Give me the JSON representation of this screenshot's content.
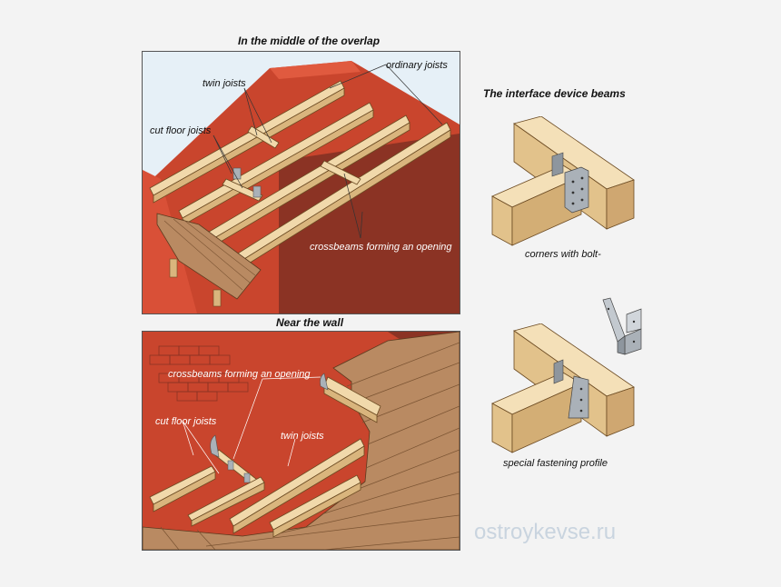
{
  "top_panel": {
    "title": "In the middle of the overlap",
    "labels": {
      "ordinary_joists": "ordinary joists",
      "twin_joists": "twin joists",
      "cut_floor_joists": "cut floor joists",
      "crossbeams": "crossbeams forming an opening"
    }
  },
  "bottom_panel": {
    "title": "Near the wall",
    "labels": {
      "crossbeams": "crossbeams forming an opening",
      "cut_floor_joists": "cut floor joists",
      "twin_joists": "twin joists"
    }
  },
  "right_column": {
    "title": "The interface device beams",
    "caption_top": "corners with bolt-",
    "caption_bottom": "special fastening profile"
  },
  "watermark": "ostroykevse.ru",
  "colors": {
    "wall_red": "#c9452d",
    "wall_dark": "#8b3324",
    "wood_light": "#f1d9ab",
    "wood_mid": "#d9b57d",
    "floorboard": "#b98a62",
    "metal": "#aab1b8"
  }
}
